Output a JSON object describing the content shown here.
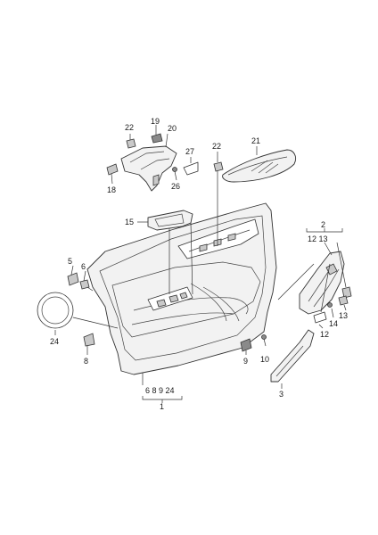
{
  "callouts": {
    "c1": "1",
    "c1_sub": "6 8 9 24",
    "c2": "2",
    "c2_sub": "12 13",
    "c3": "3",
    "c5": "5",
    "c6": "6",
    "c8": "8",
    "c9": "9",
    "c10": "10",
    "c12": "12",
    "c13": "13",
    "c14": "14",
    "c15": "15",
    "c18": "18",
    "c19": "19",
    "c20": "20",
    "c21": "21",
    "c22a": "22",
    "c22b": "22",
    "c24": "24",
    "c26": "26",
    "c27": "27"
  }
}
